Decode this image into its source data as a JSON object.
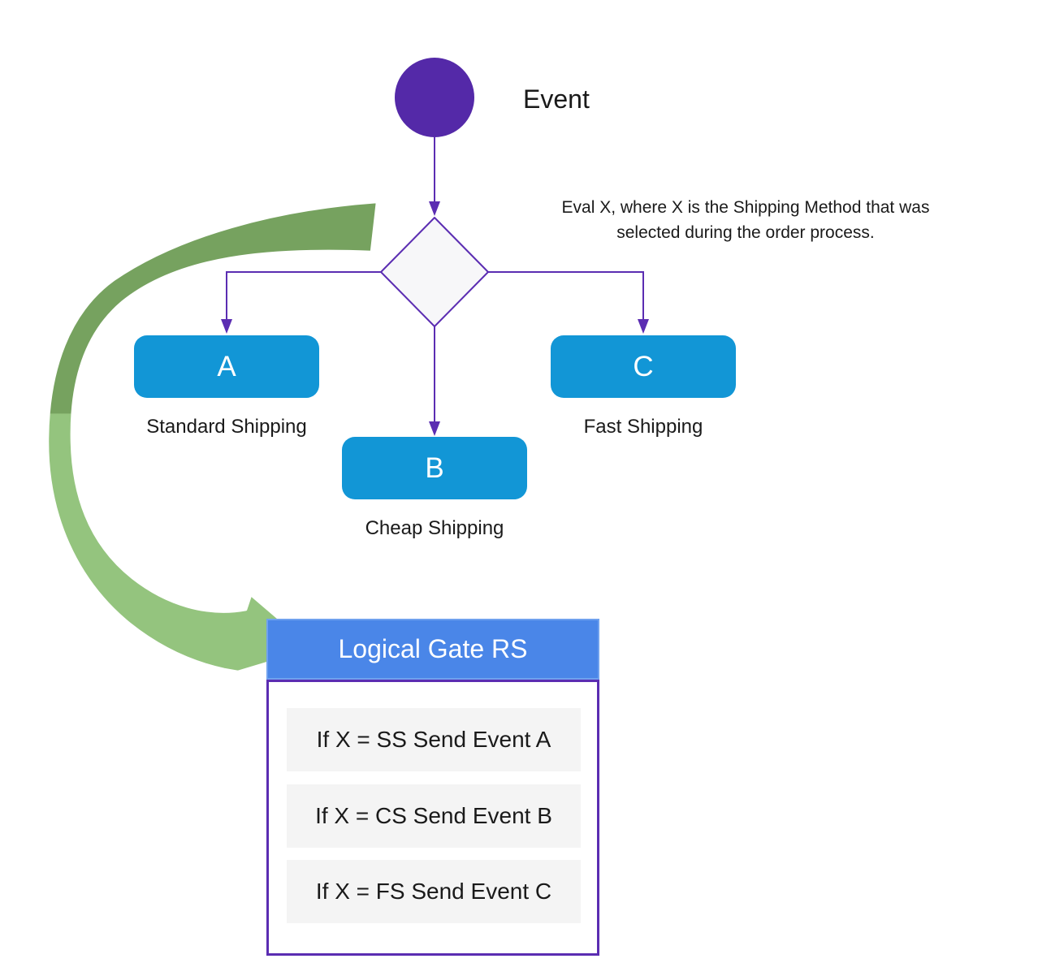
{
  "colors": {
    "event_circle": "#5429a8",
    "connector": "#5b2db2",
    "task_box": "#1296d6",
    "gate_header": "#4a86e8",
    "arrow_green_dark": "#76a25f",
    "arrow_green_light": "#94c47e",
    "rule_row_bg": "#f4f4f4",
    "diamond_fill": "#f7f7f9"
  },
  "event": {
    "label": "Event"
  },
  "decision": {
    "caption_line1": "Eval X, where X is the Shipping Method that was",
    "caption_line2": "selected during the order process."
  },
  "branches": [
    {
      "letter": "A",
      "label": "Standard Shipping"
    },
    {
      "letter": "B",
      "label": "Cheap Shipping"
    },
    {
      "letter": "C",
      "label": "Fast Shipping"
    }
  ],
  "logical_gate": {
    "title": "Logical Gate RS",
    "rules": [
      "If X = SS Send Event A",
      "If X = CS Send Event B",
      "If X = FS Send Event C"
    ]
  }
}
